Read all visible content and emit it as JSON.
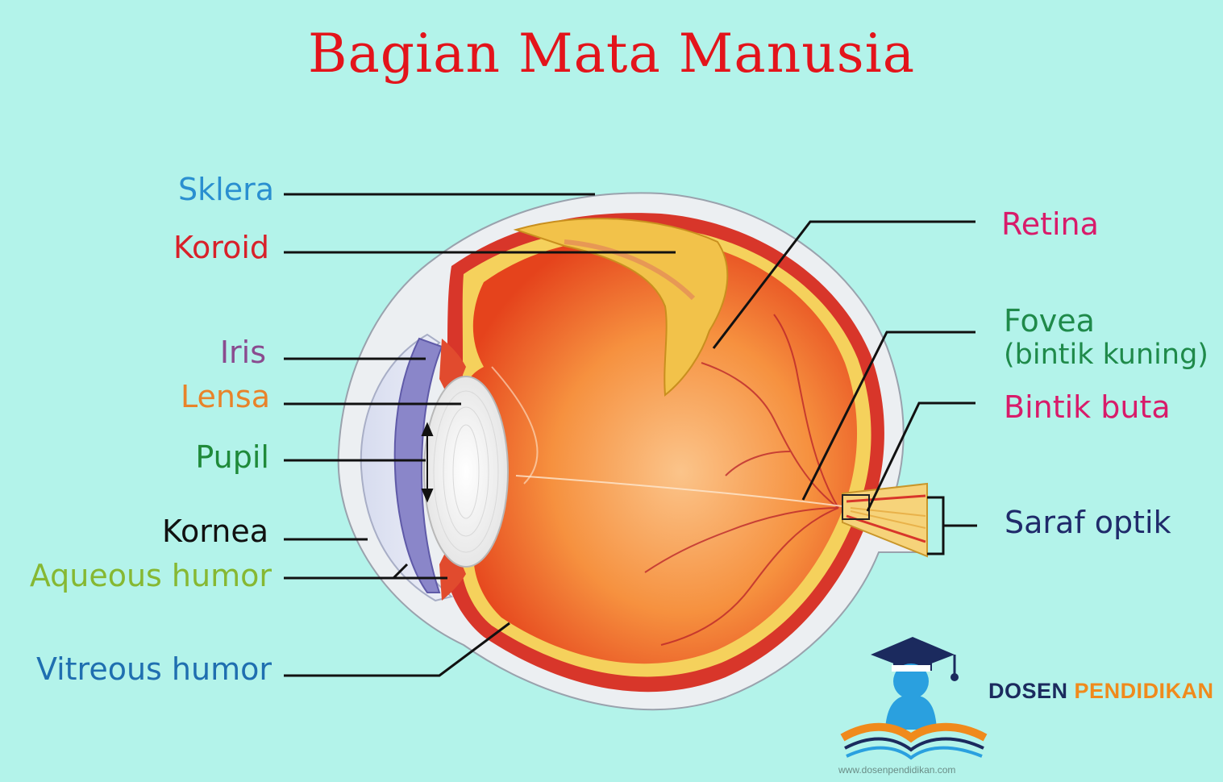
{
  "title": "Bagian Mata Manusia",
  "labels": {
    "sklera": "Sklera",
    "koroid": "Koroid",
    "iris": "Iris",
    "lensa": "Lensa",
    "pupil": "Pupil",
    "kornea": "Kornea",
    "aqueous": "Aqueous humor",
    "vitreous": "Vitreous humor",
    "retina": "Retina",
    "fovea_line1": "Fovea",
    "fovea_line2": "(bintik kuning)",
    "bintik_buta": "Bintik buta",
    "saraf_optik": "Saraf optik"
  },
  "logo": {
    "word1": "DOSEN",
    "word2": "PENDIDIKAN",
    "url": "www.dosenpendidikan.com"
  },
  "colors": {
    "background": "#b3f3ea",
    "title": "#e3141b",
    "sklera": "#2a8fd0",
    "koroid": "#d8212a",
    "iris": "#8a4b8f",
    "lensa": "#e8832a",
    "pupil": "#1f8a3a",
    "kornea": "#111111",
    "aqueous": "#86b832",
    "vitreous": "#1f6fb0",
    "retina": "#d81b6a",
    "fovea": "#1f8a4a",
    "bintik_buta": "#d81b6a",
    "saraf_optik": "#1f2a6a",
    "logo_dark": "#1b2a5e",
    "logo_accent": "#f08a1c"
  }
}
